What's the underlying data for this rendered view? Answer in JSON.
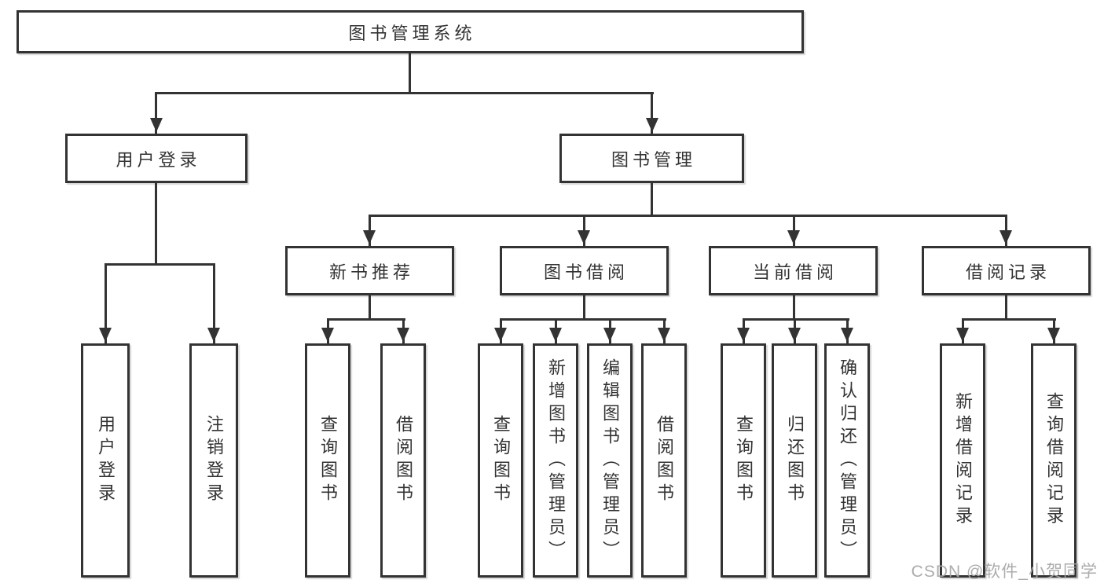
{
  "diagram": {
    "type": "feature-tree",
    "colors": {
      "line": "#333333",
      "text": "#333333",
      "background": "#ffffff",
      "watermark": "#a8a8a8"
    },
    "tree": {
      "root": {
        "label": "图书管理系统"
      },
      "branches": [
        {
          "label": "用户登录",
          "children": [
            {
              "label": "用户登录"
            },
            {
              "label": "注销登录"
            }
          ]
        },
        {
          "label": "图书管理",
          "children": [
            {
              "label": "新书推荐",
              "children": [
                {
                  "label": "查询图书"
                },
                {
                  "label": "借阅图书"
                }
              ]
            },
            {
              "label": "图书借阅",
              "children": [
                {
                  "label": "查询图书"
                },
                {
                  "label": "新增图书（管理员）"
                },
                {
                  "label": "编辑图书（管理员）"
                },
                {
                  "label": "借阅图书"
                }
              ]
            },
            {
              "label": "当前借阅",
              "children": [
                {
                  "label": "查询图书"
                },
                {
                  "label": "归还图书"
                },
                {
                  "label": "确认归还（管理员）"
                }
              ]
            },
            {
              "label": "借阅记录",
              "children": [
                {
                  "label": "新增借阅记录"
                },
                {
                  "label": "查询借阅记录"
                }
              ]
            }
          ]
        }
      ]
    },
    "watermark": {
      "text": "CSDN @软件_小贺同学"
    }
  }
}
